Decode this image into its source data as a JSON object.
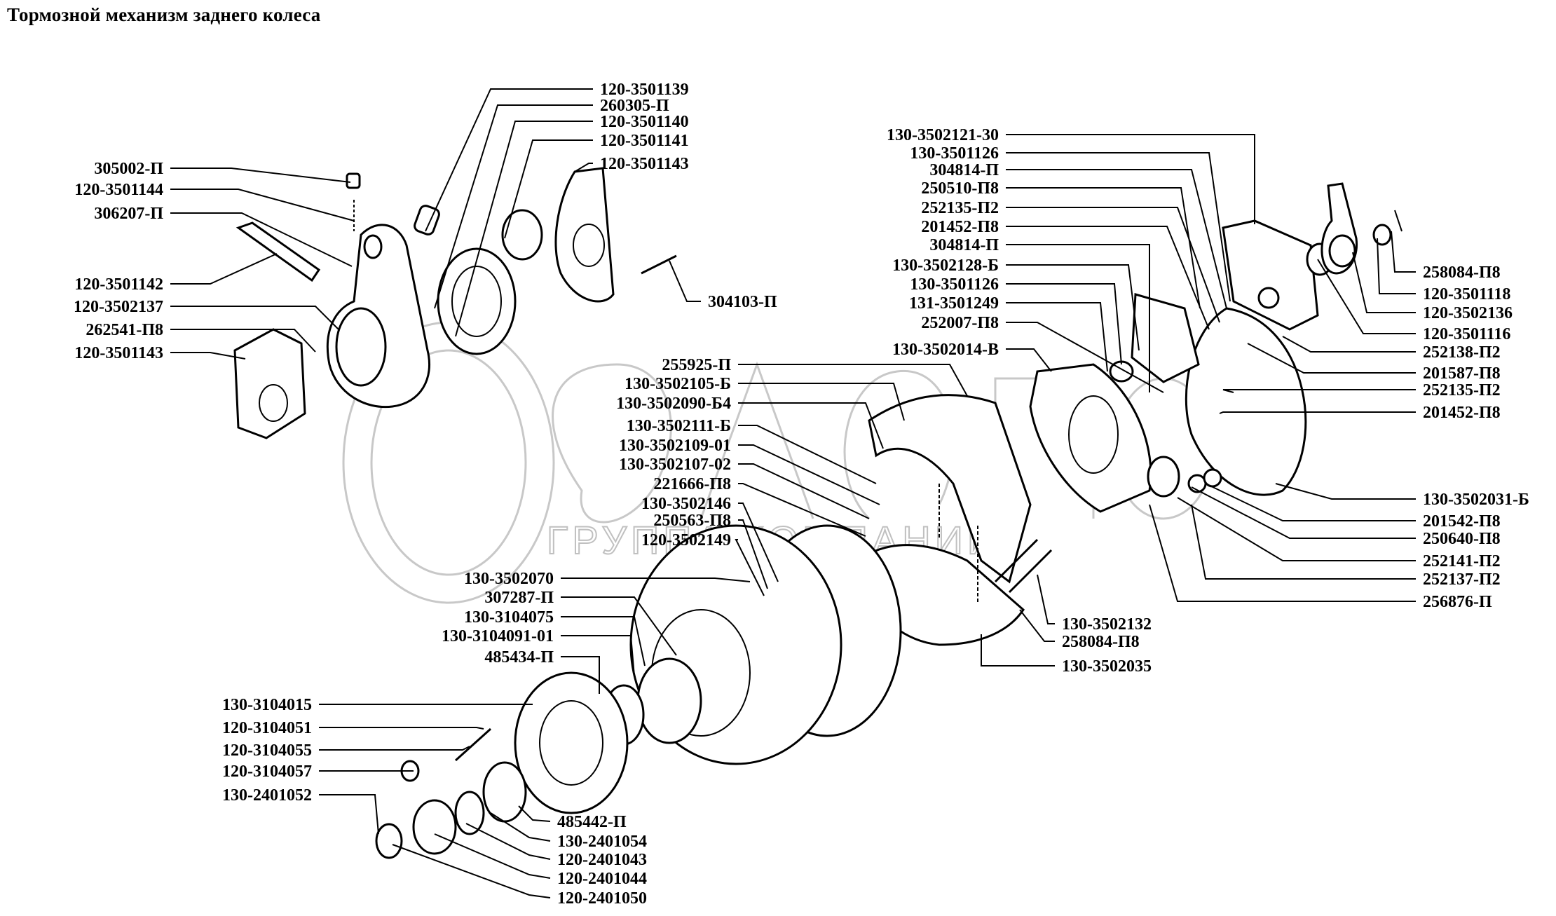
{
  "title": "Тормозной механизм заднего колеса",
  "watermark": {
    "brand_text": "бапро",
    "subtitle": "ГРУППА КОМПАНИЙ"
  },
  "callouts": {
    "top_left_group": [
      "305002-П",
      "120-3501144",
      "306207-П",
      "120-3501142",
      "120-3502137",
      "262541-П8",
      "120-3501143"
    ],
    "top_center_group": [
      "120-3501139",
      "260305-П",
      "120-3501140",
      "120-3501141",
      "120-3501143",
      "304103-П"
    ],
    "right_upper_left_group": [
      "130-3502121-30",
      "130-3501126",
      "304814-П",
      "250510-П8",
      "252135-П2",
      "201452-П8",
      "304814-П",
      "130-3502128-Б",
      "130-3501126",
      "131-3501249",
      "252007-П8",
      "130-3502014-В"
    ],
    "right_edge_group": [
      "258084-П8",
      "120-3501118",
      "120-3502136",
      "120-3501116",
      "252138-П2",
      "201587-П8",
      "252135-П2",
      "201452-П8",
      "130-3502031-Б",
      "201542-П8",
      "250640-П8",
      "252141-П2",
      "252137-П2",
      "256876-П"
    ],
    "center_group": [
      "255925-П",
      "130-3502105-Б",
      "130-3502090-Б4",
      "130-3502111-Б",
      "130-3502109-01",
      "130-3502107-02",
      "221666-П8",
      "130-3502146",
      "250563-П8",
      "120-3502149"
    ],
    "center_right_group": [
      "130-3502132",
      "258084-П8",
      "130-3502035"
    ],
    "hub_group": [
      "130-3502070",
      "307287-П",
      "130-3104075",
      "130-3104091-01",
      "485434-П"
    ],
    "bottom_left_group": [
      "130-3104015",
      "120-3104051",
      "120-3104055",
      "120-3104057",
      "130-2401052"
    ],
    "bottom_right_group": [
      "485442-П",
      "130-2401054",
      "120-2401043",
      "120-2401044",
      "120-2401050"
    ]
  }
}
